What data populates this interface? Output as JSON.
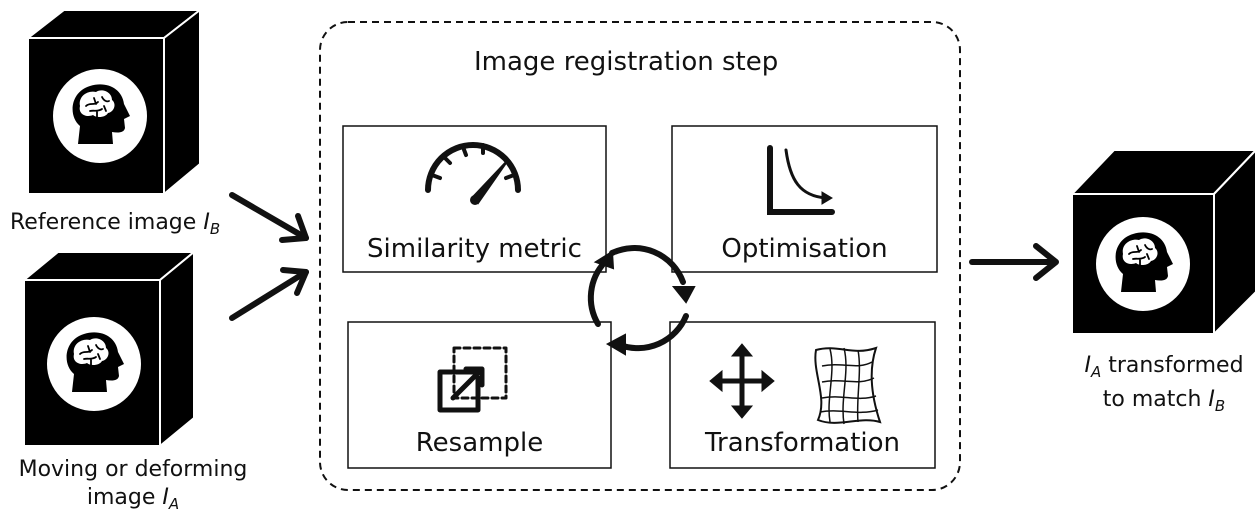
{
  "step_title": "Image registration step",
  "inputs": {
    "reference": {
      "text": "Reference image",
      "symbol": "I",
      "subscript": "B"
    },
    "moving": {
      "line1": "Moving or deforming",
      "line2_text": "image",
      "symbol": "I",
      "subscript": "A"
    }
  },
  "output": {
    "line1_symbol": "I",
    "line1_subscript": "A",
    "line1_text": "transformed",
    "line2_text": "to match",
    "line2_symbol": "I",
    "line2_subscript": "B"
  },
  "boxes": {
    "similarity": {
      "label": "Similarity metric",
      "icon": "speedometer-icon"
    },
    "optimisation": {
      "label": "Optimisation",
      "icon": "decay-curve-icon"
    },
    "resample": {
      "label": "Resample",
      "icon": "resize-icon"
    },
    "transformation": {
      "label": "Transformation",
      "icons": [
        "move-arrows-icon",
        "deformation-grid-icon"
      ]
    }
  },
  "colors": {
    "line": "#111111",
    "background": "#ffffff",
    "cube": "#000000"
  }
}
